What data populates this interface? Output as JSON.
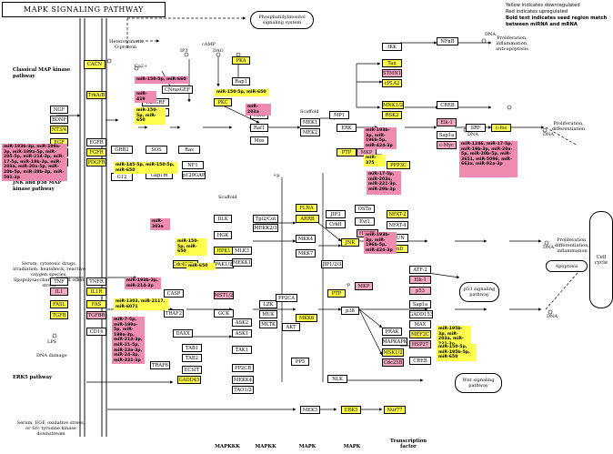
{
  "title": "MAPK SIGNALING PATHWAY",
  "legend": {
    "line1": "Yellow indicates downregulated",
    "line2": "Red indicates upregulated",
    "line3": "Bold text indicates seed region match between miRNA and mRNA"
  },
  "pathways": {
    "classical": "Classical MAP kinase pathway",
    "jnk": "JNK and p38 MAP kinase pathway",
    "erk5": "ERK5 pathway"
  },
  "columns": [
    "MAPKKK",
    "MAPKK",
    "MAPK",
    "MAPK",
    "Transcription factor"
  ],
  "notes": {
    "pi": "Phosphatidylinositol signaling system",
    "hetero": "Heterotrimeric G-protein",
    "stress": "Serum, cytotoxic drugs, irradiation, heatshock, reactive oxygen species, lipopolysaccharides, and other stress",
    "serum": "Serum, EGF, oxidative stress, or Src tyrosine kinase downstream",
    "dna_damage": "DNA damage",
    "lps": "LPS",
    "prolif1": "Proliferation, inflammation, anti-apoptosis",
    "prolif2": "Proliferation, differentiation",
    "prolif3": "Proliferation, differentiation, inflammation",
    "apoptosis": "Apoptosis",
    "p53": "p53 signaling pathway",
    "wnt": "Wnt signaling pathway",
    "cycle": "Cell cycle",
    "scaffold1": "Scaffold",
    "scaffold2": "Scaffold",
    "camp": "cAMP",
    "dag": "DAG",
    "ca": "Ca2+",
    "ip3": "IP3",
    "dna": "DNA",
    "p": "+p",
    "mp": "-p"
  },
  "nodes": {
    "CACN": "CACN",
    "NGF": "NGF",
    "BDNF": "BDNF",
    "NT34": "NT3/4",
    "EGF": "EGF",
    "FGF": "FGF",
    "PDGF": "PDGF",
    "TrkAB": "TrkA/B",
    "EGFR": "EGFR",
    "FGFR": "FGFR",
    "PDGFR": "PDGFR",
    "GRB2": "GRB2",
    "SOS": "SOS",
    "Ras": "Ras",
    "G12": "G12",
    "CNrasGEF": "CNrasGEF",
    "RasGRF": "RasGRF",
    "RasGRP": "RasGRP",
    "PKA": "PKA",
    "Rap1": "Rap1",
    "PKC": "PKC",
    "RafB": "RafB",
    "Raf1": "Raf1",
    "Mos": "Mos",
    "NF1": "NF1",
    "p120GAP": "p120GAP",
    "Gap1m": "Gap1m",
    "MEK1": "MEK1",
    "MEK2": "MEK2",
    "MP1": "MP1",
    "ERK": "ERK",
    "PTP": "PTP",
    "MKP": "MKP",
    "PPP3C": "PPP3C",
    "NLK": "NLK",
    "IKK": "IKK",
    "NFkB": "NFκB",
    "Tau": "Tau",
    "STMN1": "STMN1",
    "cPLA2": "cPLA2",
    "MNK12": "MNK1/2",
    "RSK2": "RSK2",
    "CREB": "CREB",
    "SAP1a": "Sap1a",
    "ELK1": "Elk-1",
    "SRF": "SRF",
    "cMyc": "c-Myc",
    "cFos": "c-fos",
    "TNF": "TNF",
    "IL1": "IL1",
    "FASL": "FASL",
    "TGFB": "TGFB",
    "TNFR": "TNFR",
    "IL1R": "IL1R",
    "FAS": "FAS",
    "TGFBR": "TGFBR",
    "CD14": "CD14",
    "CASP": "CASP",
    "TRAF2": "TRAF2",
    "DAXX": "DAXX",
    "TAB1": "TAB1",
    "TAB2": "TAB2",
    "TRAF6": "TRAF6",
    "ECSIT": "ECSIT",
    "GADD45": "GADD45",
    "TAK1": "TAK1",
    "PP2CB": "PP2CB",
    "MEKK4": "MEKK4",
    "TAO12": "TAO1/2",
    "ASK1": "ASK1",
    "ASK2": "ASK2",
    "MST12": "MST1/2",
    "GCK": "GCK",
    "PAK12": "PAK1/2",
    "HPK1": "HPK1",
    "Cdc42Rac": "Cdc42/Rac",
    "MLK3": "MLK3",
    "MEKK1": "MEKK1",
    "LZK": "LZK",
    "MUK": "MUK",
    "MLTK": "MLTK",
    "DLK": "DLK",
    "HGK": "HGK",
    "TpIOsCot": "Tpl2/Cot",
    "MEKK23": "MEKK2/3",
    "MKK47": "MKK4",
    "MKK7": "MKK7",
    "MKK36": "MKK6",
    "PP2CA": "PP2CA",
    "AKT": "AKT",
    "PP5": "PP5",
    "JIP3": "JIP3",
    "ARRB": "ARRB",
    "FLNA": "FLNA",
    "CrkII": "CrkII",
    "JIP123": "JIP1/2/3",
    "JNK": "JNK",
    "p38": "p38",
    "PTP2": "PTP",
    "MKP2": "MKP",
    "OSTa": "OSTα",
    "Evi1": "Evi1",
    "HSP72": "HSP72",
    "NFAT2": "NFAT-2",
    "NFAT4": "NFAT-4",
    "cJUN": "c-JUN",
    "JunD": "JunD",
    "ATF2": "ATF-2",
    "Elk12": "Elk-1",
    "p53": "p53",
    "Sap1a2": "Sap1a",
    "GADD153": "GADD153",
    "MAX": "MAX",
    "MEF2C": "MEF2C",
    "MSK12": "MSK1/2",
    "MAPKAPK": "MAPKAPK",
    "HSP27": "HSP27",
    "CREB2": "CREB",
    "PRAK": "PRAK",
    "Cdc25B": "Cdc25B",
    "MEK5": "MEK5",
    "ERK5": "ERK5",
    "Nur77": "Nur77"
  },
  "mirnas": {
    "m1": "miR-193b-3p, miR-199a-3p, miR-199a-5p, miR-205-5p, miR-214-3p, miR-17-5p, miR-19b-3p, miR-203a, miR-20a-5p, miR-20b-5p, miR-29b-3p, miR-501-3p",
    "m2": "miR-150-5p, miR-660",
    "m3": "miR-429",
    "m4": "miR-150-5p, miR-650",
    "m5": "miR-150-5p, miR-650",
    "m6": "miR-203a",
    "m7": "miR-145-5p, miR-150-5p, miR-650",
    "m8": "miR-193b-3p, miR-196b-5p, miR-424-3p",
    "m9": "miR-375",
    "m10": "miR-1246, miR-17-5p, miR-19b-3p, miR-20a-5p, miR-20b-5p, miR-3651, miR-5096, miR-663a, miR-92a-3p",
    "m11": "miR-203a",
    "m12": "miR-150-5p, miR-650",
    "m13": "miR-650",
    "m14": "miR-17-5p, miR-203a, miR-221-3p, miR-29b-3p",
    "m15": "miR-193b-3p, miR-214-3p",
    "m16": "miR-1303, miR-2117, miR-6071",
    "m17": "miR-7-5p, miR-199a-5p, miR-199a-3p, miR-214-3p, miR-21-5p, miR-23a-3p, miR-24-3p, miR-331-3p",
    "m18": "miR-193b-3p, miR-196b-5p, miR-424-3p",
    "m19": "miR-195b-3p, miR-203a, miR-221-3p",
    "m20": "miR-150-5p, miR-195b-5p, miR-650"
  },
  "colors": {
    "down": "#ffff4d",
    "up": "#f7a9c4",
    "mirna": "#f08bb0"
  }
}
